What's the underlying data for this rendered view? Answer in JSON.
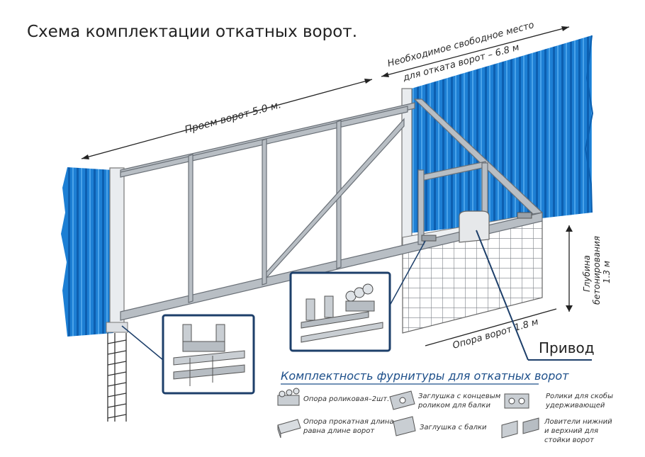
{
  "title": "Схема комплектации откатных ворот.",
  "dimensions": {
    "free_space_line1": "Необходимое свободное место",
    "free_space_line2": "для отката ворот – 6.8 м",
    "opening": "Проем ворот 5.0 м.",
    "foundation_line1": "Глубина",
    "foundation_line2": "бетонирования",
    "foundation_line3": "1.3 м",
    "support": "Опора ворот 1.8 м"
  },
  "drive_label": "Привод",
  "kit_title": "Комплектность фурнитуры для откатных ворот",
  "kit_items": [
    {
      "icon": "roller-support-icon",
      "line1": "Опора роликовая–2шт.",
      "line2": ""
    },
    {
      "icon": "end-cap-roller-icon",
      "line1": "Заглушка с концевым",
      "line2": "роликом для балки"
    },
    {
      "icon": "top-rollers-icon",
      "line1": "Ролики для скобы",
      "line2": "удерживающей"
    },
    {
      "icon": "rail-profile-icon",
      "line1": "Опора прокатная длина",
      "line2": "равна длине ворот"
    },
    {
      "icon": "end-cap-icon",
      "line1": "Заглушка с балки",
      "line2": ""
    },
    {
      "icon": "catchers-icon",
      "line1": "Ловители нижний",
      "line2": "и верхний для",
      "line3": "стойки ворот"
    }
  ],
  "colors": {
    "fence_blue": "#1f7fd3",
    "fence_dark": "#0b5fb0",
    "steel": "#a7adb3",
    "accent_blue": "#1d4f8a"
  }
}
